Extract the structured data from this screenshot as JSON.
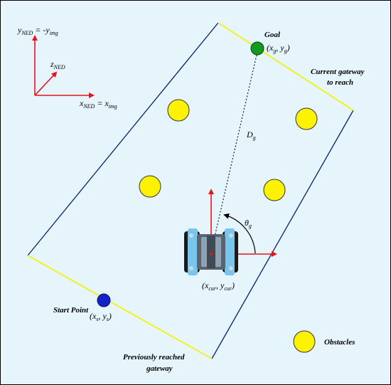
{
  "colors": {
    "background": "#e6f4fb",
    "axis_red": "#e4141b",
    "boundary_blue": "#0b1f6e",
    "gateway_yellow": "#f2f20a",
    "obstacle_yellow": "#fdf200",
    "goal_green": "#139a22",
    "start_blue": "#1523c9"
  },
  "axes": {
    "y_label": {
      "main": "y",
      "main_sub": "NED",
      "eq": " = -",
      "rhs": "y",
      "rhs_sub": "img"
    },
    "z_label": {
      "main": "z",
      "main_sub": "NED"
    },
    "x_label": {
      "main": "x",
      "main_sub": "NED",
      "eq": " = ",
      "rhs": "x",
      "rhs_sub": "img"
    }
  },
  "labels": {
    "goal": "Goal",
    "goal_coords": {
      "open": "(x",
      "sub1": "g",
      "mid": ", y",
      "sub2": "g",
      "close": ")"
    },
    "current_gateway_line1": "Current gateway",
    "current_gateway_line2": "to reach",
    "distance": {
      "main": "D",
      "sub": "g"
    },
    "angle": {
      "main": "θ",
      "sub": "g"
    },
    "current_coords": {
      "open": "(x",
      "sub1": "cur",
      "mid": ", y",
      "sub2": "cur",
      "close": ")"
    },
    "start_point": "Start Point",
    "start_coords": {
      "open": "(x",
      "sub1": "s",
      "mid": ", y",
      "sub2": "s",
      "close": ")"
    },
    "obstacles": "Obstacles",
    "previous_gateway_line1": "Previously reached",
    "previous_gateway_line2": "gateway"
  }
}
